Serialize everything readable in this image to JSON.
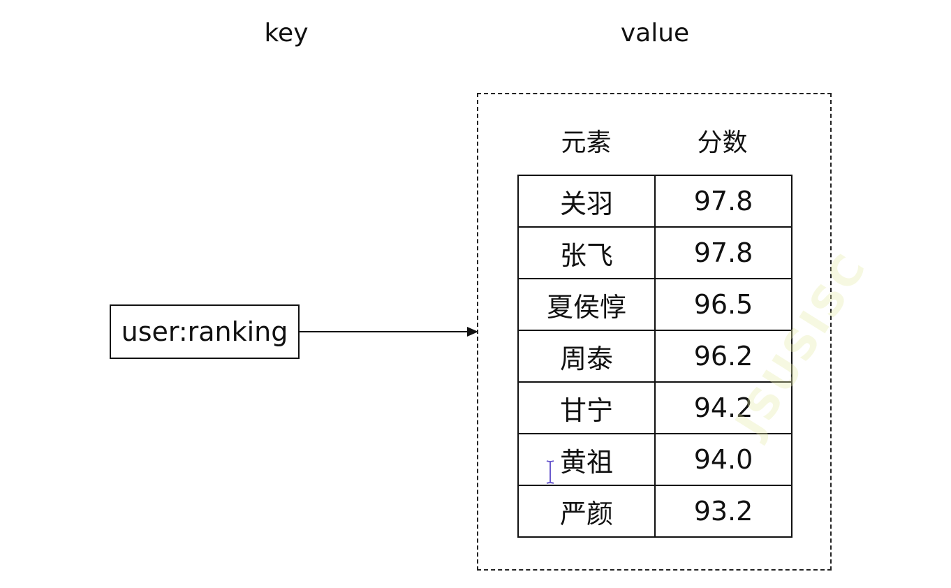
{
  "headers": {
    "key": "key",
    "value": "value"
  },
  "key_name": "user:ranking",
  "value_columns": {
    "member": "元素",
    "score": "分数"
  },
  "rows": [
    {
      "member": "关羽",
      "score": "97.8"
    },
    {
      "member": "张飞",
      "score": "97.8"
    },
    {
      "member": "夏侯惇",
      "score": "96.5"
    },
    {
      "member": "周泰",
      "score": "96.2"
    },
    {
      "member": "甘宁",
      "score": "94.2"
    },
    {
      "member": "黄祖",
      "score": "94.0"
    },
    {
      "member": "严颜",
      "score": "93.2"
    }
  ],
  "colors": {
    "line": "#111111",
    "cursor": "#6a5acd",
    "background": "#ffffff"
  },
  "icons": {
    "arrow": "arrow-right-icon",
    "cursor": "text-cursor-icon"
  },
  "watermark": "JSUSISC"
}
